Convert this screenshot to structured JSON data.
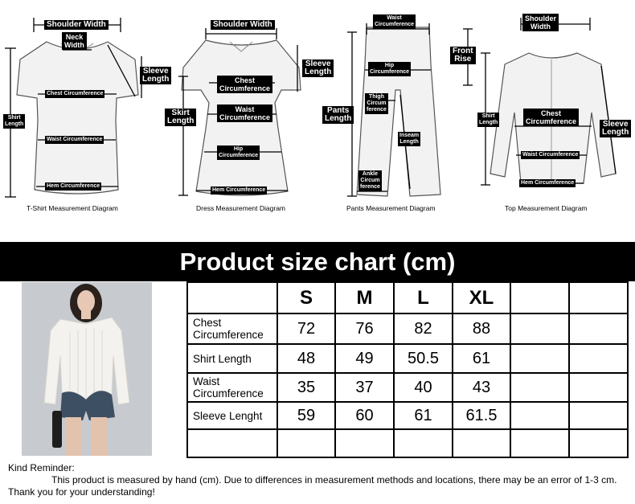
{
  "diagrams": [
    {
      "caption": "T-Shirt Measurement Diagram",
      "tags": {
        "shoulder_width": "Shoulder Width",
        "neck_width": "Neck\nWidth",
        "sleeve_length": "Sleeve\nLength",
        "chest_circumference": "Chest Circumference",
        "shirt_length": "Shirt\nLength",
        "waist_circumference": "Waist Circumference",
        "hem_circumference": "Hem Circumference"
      }
    },
    {
      "caption": "Dress Measurement Diagram",
      "tags": {
        "shoulder_width": "Shoulder Width",
        "sleeve_length": "Sleeve\nLength",
        "chest_circumference": "Chest\nCircumference",
        "waist_circumference": "Waist\nCircumference",
        "skirt_length": "Skirt\nLength",
        "hip_circumference": "Hip\nCircumference",
        "hem_circumference": "Hem Circumference"
      }
    },
    {
      "caption": "Pants Measurement Diagram",
      "tags": {
        "waist_circumference": "Waist\nCircumference",
        "front_rise": "Front\nRise",
        "hip_circumference": "Hip\nCircumference",
        "thigh_circumference": "Thigh\nCircum\nference",
        "pants_length": "Pants\nLength",
        "inseam_length": "Inseam\nLength",
        "ankle_circumference": "Ankle\nCircum\nference"
      }
    },
    {
      "caption": "Top Measurement Diagram",
      "tags": {
        "shoulder_width": "Shoulder\nWidth",
        "shirt_length": "Shirt\nLength",
        "chest_circumference": "Chest\nCircumference",
        "sleeve_length": "Sleeve\nLength",
        "waist_circumference": "Waist Circumference",
        "hem_circumference": "Hem Circumference"
      }
    }
  ],
  "title": "Product size chart  (cm)",
  "size_table": {
    "sizes": [
      "S",
      "M",
      "L",
      "XL"
    ],
    "rows": [
      {
        "label": "Chest\nCircumference",
        "values": [
          "72",
          "76",
          "82",
          "88"
        ]
      },
      {
        "label": "Shirt Length",
        "values": [
          "48",
          "49",
          "50.5",
          "61"
        ]
      },
      {
        "label": "Waist\nCircumference",
        "values": [
          "35",
          "37",
          "40",
          "43"
        ]
      },
      {
        "label": "Sleeve Lenght",
        "values": [
          "59",
          "60",
          "61",
          "61.5"
        ]
      }
    ]
  },
  "reminder": {
    "heading": "Kind Reminder:",
    "text": "This product is measured by hand (cm). Due to differences in measurement methods and locations, there may be an error of 1-3 cm. Thank you for your understanding!"
  }
}
